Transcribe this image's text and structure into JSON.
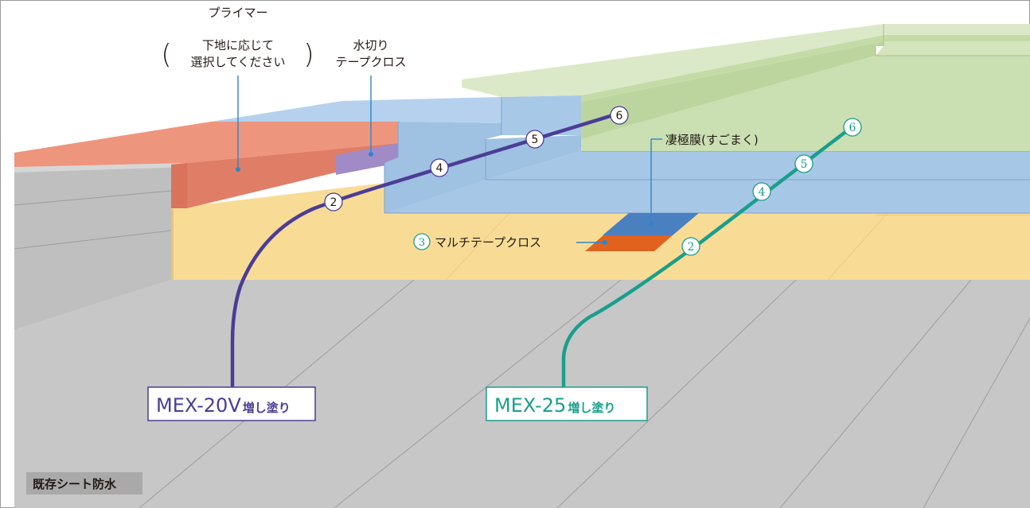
{
  "labels": {
    "primer_title": "プライマー",
    "primer_note_1": "下地に応じて",
    "primer_note_2": "選択してください",
    "mizukiri_1": "水切り",
    "mizukiri_2": "テープクロス",
    "sugomaku": "凄極膜(すごまく)",
    "multi_tape": "マルチテープクロス",
    "existing_sheet": "既存シート防水"
  },
  "step_markers": {
    "left_line": [
      "2",
      "4",
      "5",
      "6"
    ],
    "right_line": [
      "2",
      "4",
      "5",
      "6"
    ],
    "multi_tape_step": "3"
  },
  "products": {
    "left": {
      "name": "MEX-20V",
      "suffix": "増し塗り"
    },
    "right": {
      "name": "MEX-25",
      "suffix": "増し塗り"
    }
  },
  "colors": {
    "left_line": "#4b3d96",
    "right_line": "#1a9e8c",
    "primer_red": "#df7a64",
    "tape_purple": "#a08bc6",
    "blue_layer": "#9fc1e2",
    "green_topcoat": "#c8ddb0",
    "yellow_base": "#f8dc96",
    "gray_existing": "#c8c8c8",
    "sugomaku_blue": "#4a7fc0",
    "multi_tape_orange": "#e0621e"
  },
  "icons": {
    "step_marker": "circled-number-icon",
    "bracket": "parenthesis-bracket-icon"
  }
}
